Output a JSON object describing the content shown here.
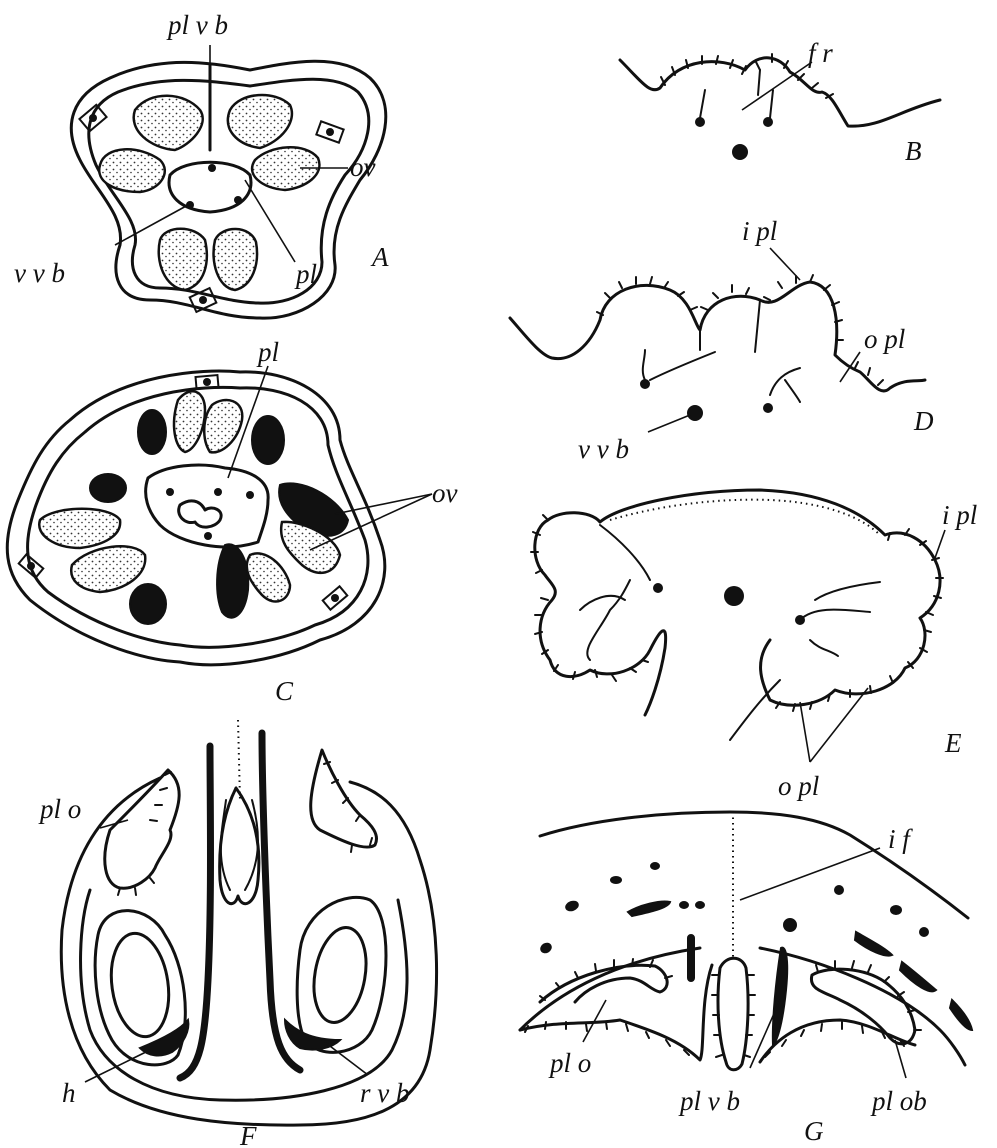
{
  "figures": {
    "A": {
      "letter": "A",
      "labels": {
        "plvb": "pl v b",
        "ov": "ov",
        "vvb": "v v b",
        "pl": "pl"
      }
    },
    "B": {
      "letter": "B",
      "labels": {
        "fr": "f r"
      }
    },
    "C": {
      "letter": "C",
      "labels": {
        "pl": "pl",
        "ov": "ov"
      }
    },
    "D": {
      "letter": "D",
      "labels": {
        "ipl": "i pl",
        "opl": "o pl",
        "vvb": "v v b"
      }
    },
    "E": {
      "letter": "E",
      "labels": {
        "ipl": "i pl",
        "opl": "o pl"
      }
    },
    "F": {
      "letter": "F",
      "labels": {
        "plo": "pl o",
        "h": "h",
        "rvb": "r v b"
      }
    },
    "G": {
      "letter": "G",
      "labels": {
        "if": "i f",
        "plo": "pl o",
        "plvb": "pl v b",
        "plob": "pl ob"
      }
    }
  }
}
